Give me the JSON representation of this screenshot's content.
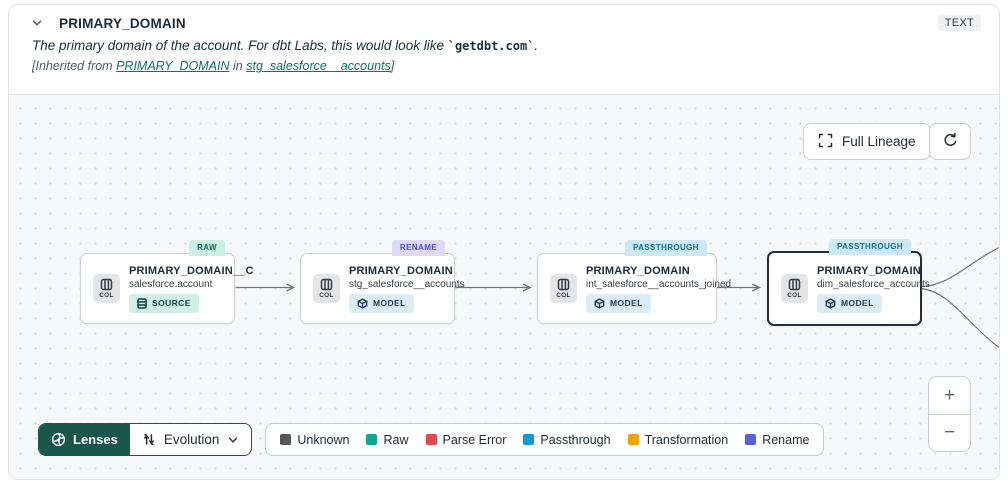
{
  "header": {
    "title": "PRIMARY_DOMAIN",
    "type_badge": "TEXT",
    "description_text": "The primary domain of the account. For dbt Labs, this would look like ",
    "description_code": "`getdbt.com`",
    "description_end": ".",
    "inherited_prefix": "[Inherited from ",
    "inherited_link_column": "PRIMARY_DOMAIN",
    "inherited_middle": " in ",
    "inherited_link_model": "stg_salesforce__accounts",
    "inherited_suffix": "]"
  },
  "toolbar": {
    "full_lineage_label": "Full Lineage"
  },
  "nodes": [
    {
      "badge": "RAW",
      "title": "PRIMARY_DOMAIN__C",
      "subtitle": "salesforce.account",
      "type": "SOURCE",
      "col_label": "COL"
    },
    {
      "badge": "RENAME",
      "title": "PRIMARY_DOMAIN",
      "subtitle": "stg_salesforce__accounts",
      "type": "MODEL",
      "col_label": "COL"
    },
    {
      "badge": "PASSTHROUGH",
      "title": "PRIMARY_DOMAIN",
      "subtitle": "int_salesforce__accounts_joined",
      "type": "MODEL",
      "col_label": "COL"
    },
    {
      "badge": "PASSTHROUGH",
      "title": "PRIMARY_DOMAIN",
      "subtitle": "dim_salesforce_accounts",
      "type": "MODEL",
      "col_label": "COL"
    }
  ],
  "lenses": {
    "button_label": "Lenses",
    "selected_lens": "Evolution"
  },
  "legend": [
    {
      "label": "Unknown",
      "color": "#54575c"
    },
    {
      "label": "Raw",
      "color": "#14a492"
    },
    {
      "label": "Parse Error",
      "color": "#e34850"
    },
    {
      "label": "Passthrough",
      "color": "#129bd2"
    },
    {
      "label": "Transformation",
      "color": "#f1a208"
    },
    {
      "label": "Rename",
      "color": "#5a5fd8"
    }
  ],
  "zoom_controls": {
    "zoom_in": "+",
    "zoom_out": "−"
  },
  "colors": {
    "lenses_bg": "#19564c",
    "edge": "#6f7680",
    "accent_link": "#0e7265"
  }
}
